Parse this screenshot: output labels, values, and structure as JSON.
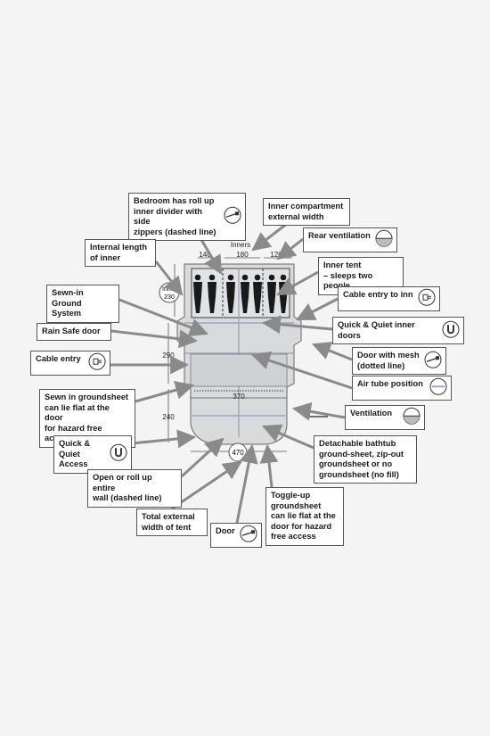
{
  "dimensions": {
    "inners_label": "Inners",
    "inner_left": "140",
    "inner_mid": "180",
    "inner_right": "120",
    "inner_length_text": "Inner",
    "inner_length_value": "230",
    "height_upper": "290",
    "height_lower": "240",
    "width_mid": "370",
    "width_total": "470"
  },
  "labels": [
    {
      "id": "bedroom",
      "text": "Bedroom has roll up\ninner divider with side\nzippers (dashed line)",
      "icon": "zip-icon"
    },
    {
      "id": "inner-compartment",
      "text": "Inner compartment\nexternal width",
      "icon": ""
    },
    {
      "id": "rear-vent",
      "text": "Rear ventilation",
      "icon": "vent-icon"
    },
    {
      "id": "internal-length",
      "text": "Internal length\nof inner",
      "icon": ""
    },
    {
      "id": "inner-tent",
      "text": "Inner tent\n– sleeps two people",
      "icon": ""
    },
    {
      "id": "sewn-ground",
      "text": "Sewn-in Ground\nSystem",
      "icon": ""
    },
    {
      "id": "cable-inn",
      "text": "Cable entry to inn",
      "icon": "plug-icon"
    },
    {
      "id": "rain-safe",
      "text": "Rain Safe door",
      "icon": ""
    },
    {
      "id": "quiet-inner",
      "text": "Quick & Quiet inner doors",
      "icon": "magnet-icon"
    },
    {
      "id": "cable-entry",
      "text": "Cable entry",
      "icon": "plug-icon"
    },
    {
      "id": "door-mesh",
      "text": "Door with mesh\n(dotted line)",
      "icon": "zip-icon"
    },
    {
      "id": "air-tube",
      "text": "Air tube position",
      "icon": "tube-icon"
    },
    {
      "id": "sewn-groundsheet",
      "text": "Sewn in groundsheet\ncan lie flat at the door\nfor hazard free access",
      "icon": ""
    },
    {
      "id": "ventilation",
      "text": "Ventilation",
      "icon": "vent-icon"
    },
    {
      "id": "quiet-access",
      "text": "Quick & Quiet\nAccess",
      "icon": "magnet-icon"
    },
    {
      "id": "bathtub",
      "text": "Detachable bathtub\nground-sheet, zip-out\ngroundsheet or no\ngroundsheet (no fill)",
      "icon": ""
    },
    {
      "id": "roll-wall",
      "text": "Open or roll up entire\nwall (dashed line)",
      "icon": ""
    },
    {
      "id": "toggle-up",
      "text": "Toggle-up\ngroundsheet\ncan lie flat at the\ndoor for hazard\nfree access",
      "icon": ""
    },
    {
      "id": "total-width",
      "text": "Total external\nwidth of tent",
      "icon": ""
    },
    {
      "id": "door",
      "text": "Door",
      "icon": "zip-icon"
    }
  ]
}
